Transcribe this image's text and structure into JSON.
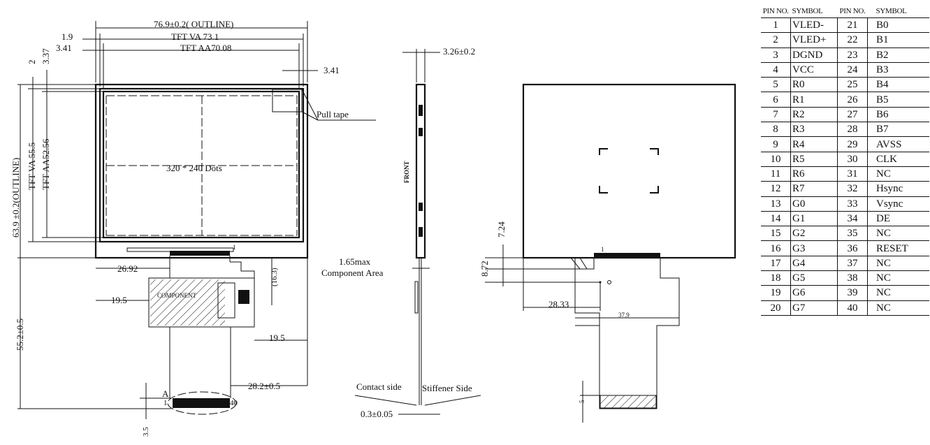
{
  "front_view": {
    "outline_width": "76.9±0.2( OUTLINE)",
    "dim_1_9": "1.9",
    "va_width": "TFT VA 73.1",
    "dim_3_41_left": "3.41",
    "aa_width": "TFT AA70.08",
    "dim_3_41_right": "3.41",
    "dim_2": "2",
    "dim_3_37": "3.37",
    "outline_height": "63.9 ±0.2(OUTLINE)",
    "va_height": "TFT VA 55.5",
    "aa_height": "TFT AA52.56",
    "pull_tape": "Pull tape",
    "resolution": "320 * 240 Dots",
    "fpc_offset": "26.92",
    "fpc_dim_16_3": "(16.3)",
    "component": "COMPONENT",
    "dim_19_5_left": "19.5",
    "dim_19_5_right": "19.5",
    "total_length": "55.2±0.5",
    "dim_28_2": "28.2±0.5",
    "label_A": "A",
    "pin_1": "1",
    "pin_40": "40",
    "dim_3_5": "3.5"
  },
  "side_view": {
    "thickness": "3.26±0.2",
    "front_label": "FRONT",
    "component_area_1": "1.65max",
    "component_area_2": "Component Area",
    "contact_side": "Contact side",
    "stiffener_side": "Stiffener Side",
    "fpc_thickness": "0.3±0.05"
  },
  "back_view": {
    "dim_7_24": "7.24",
    "dim_8_72": "8.72",
    "dim_28_33": "28.33",
    "dim_37_9": "37.9",
    "dim_5": "5"
  },
  "pin_table": {
    "headers": [
      "PIN NO.",
      "SYMBOL",
      "PIN NO.",
      "SYMBOL"
    ],
    "rows": [
      [
        "1",
        "VLED-",
        "21",
        "B0"
      ],
      [
        "2",
        "VLED+",
        "22",
        "B1"
      ],
      [
        "3",
        "DGND",
        "23",
        "B2"
      ],
      [
        "4",
        "VCC",
        "24",
        "B3"
      ],
      [
        "5",
        "R0",
        "25",
        "B4"
      ],
      [
        "6",
        "R1",
        "26",
        "B5"
      ],
      [
        "7",
        "R2",
        "27",
        "B6"
      ],
      [
        "8",
        "R3",
        "28",
        "B7"
      ],
      [
        "9",
        "R4",
        "29",
        "AVSS"
      ],
      [
        "10",
        "R5",
        "30",
        "CLK"
      ],
      [
        "11",
        "R6",
        "31",
        "NC"
      ],
      [
        "12",
        "R7",
        "32",
        "Hsync"
      ],
      [
        "13",
        "G0",
        "33",
        "Vsync"
      ],
      [
        "14",
        "G1",
        "34",
        "DE"
      ],
      [
        "15",
        "G2",
        "35",
        "NC"
      ],
      [
        "16",
        "G3",
        "36",
        "RESET"
      ],
      [
        "17",
        "G4",
        "37",
        "NC"
      ],
      [
        "18",
        "G5",
        "38",
        "NC"
      ],
      [
        "19",
        "G6",
        "39",
        "NC"
      ],
      [
        "20",
        "G7",
        "40",
        "NC"
      ]
    ]
  }
}
